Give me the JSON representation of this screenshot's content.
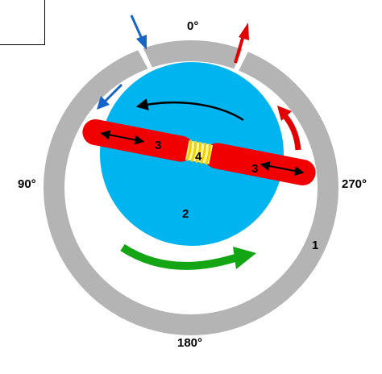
{
  "panel": {
    "label": ""
  },
  "angles": {
    "top": "0°",
    "left": "90°",
    "right": "270°",
    "bottom": "180°"
  },
  "parts": {
    "housing": "1",
    "rotor": "2",
    "vane_left": "3",
    "vane_right": "3",
    "spring": "4"
  },
  "colors": {
    "housing": "#b4b4b4",
    "rotor": "#00b4f0",
    "vane": "#f00000",
    "spring": "#ffe600",
    "intake_arrow": "#1565c8",
    "exhaust_arrow": "#e00000",
    "rotation_arrow": "#000000",
    "flow_arrow": "#13a513"
  }
}
